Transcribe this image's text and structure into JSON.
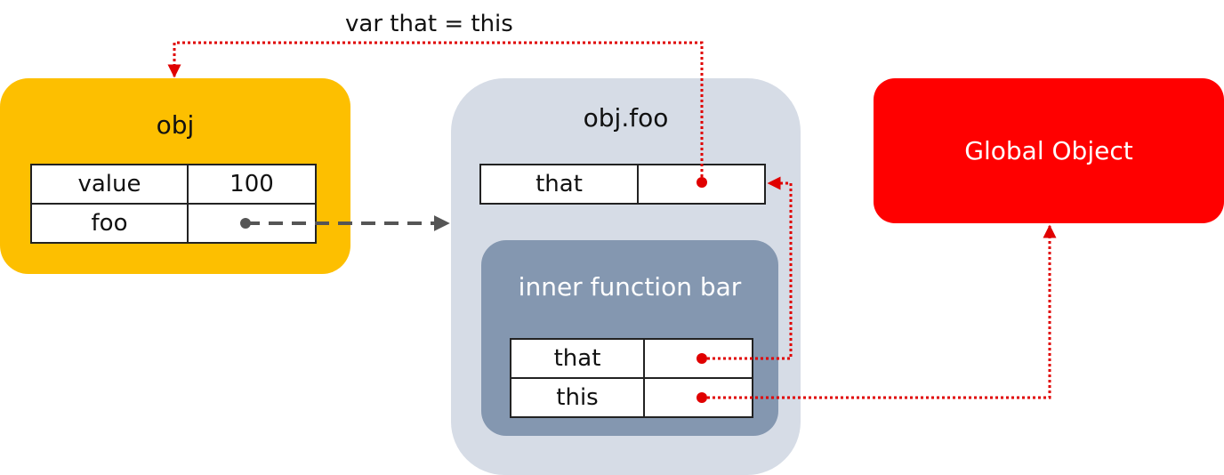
{
  "label_top": "var that = this",
  "obj": {
    "title": "obj",
    "rows": [
      {
        "key": "value",
        "val": "100"
      },
      {
        "key": "foo",
        "val": ""
      }
    ]
  },
  "foo": {
    "title": "obj.foo",
    "rows": [
      {
        "key": "that",
        "val": ""
      }
    ]
  },
  "bar": {
    "title": "inner function bar",
    "rows": [
      {
        "key": "that",
        "val": ""
      },
      {
        "key": "this",
        "val": ""
      }
    ]
  },
  "global": {
    "title": "Global Object"
  },
  "colors": {
    "obj_bg": "#fdbf00",
    "foo_bg": "#d6dce6",
    "bar_bg": "#8497b0",
    "global_bg": "#ff0000",
    "ref_arrow": "#e00000",
    "ptr_arrow": "#555555"
  }
}
